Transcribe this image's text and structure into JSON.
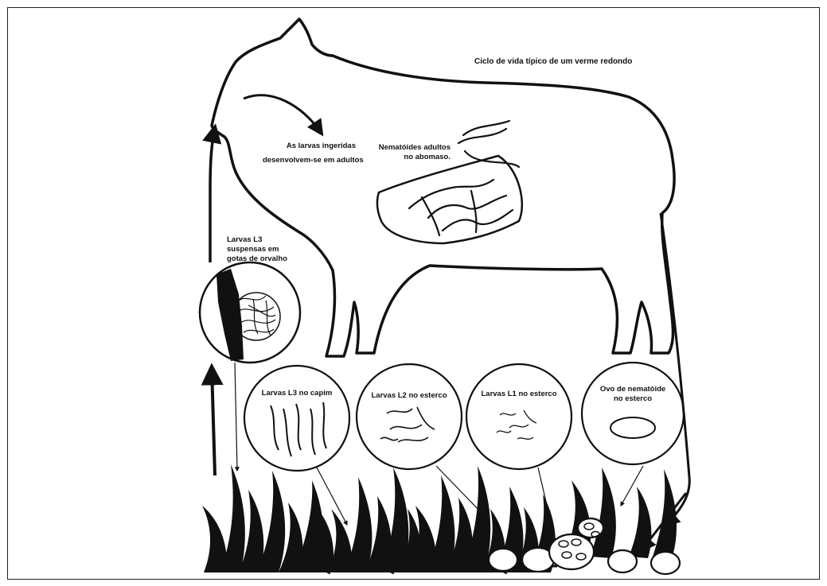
{
  "title": "Ciclo de vida típico de um verme redondo",
  "labels": {
    "ingested": [
      "As larvas ingeridas",
      "desenvolvem-se em adultos"
    ],
    "adults": [
      "Nematóides adultos",
      "no abomaso."
    ],
    "l3_dew": [
      "Larvas L3",
      "suspensas em",
      "gotas de orvalho"
    ],
    "l3_grass": [
      "Larvas L3 no capim"
    ],
    "l2_dung": [
      "Larvas L2 no esterco"
    ],
    "l1_dung": [
      "Larvas L1 no esterco"
    ],
    "egg_dung": [
      "Ovo de nematóide",
      "no esterco"
    ]
  },
  "colors": {
    "ink": "#111111",
    "paper": "#ffffff"
  }
}
